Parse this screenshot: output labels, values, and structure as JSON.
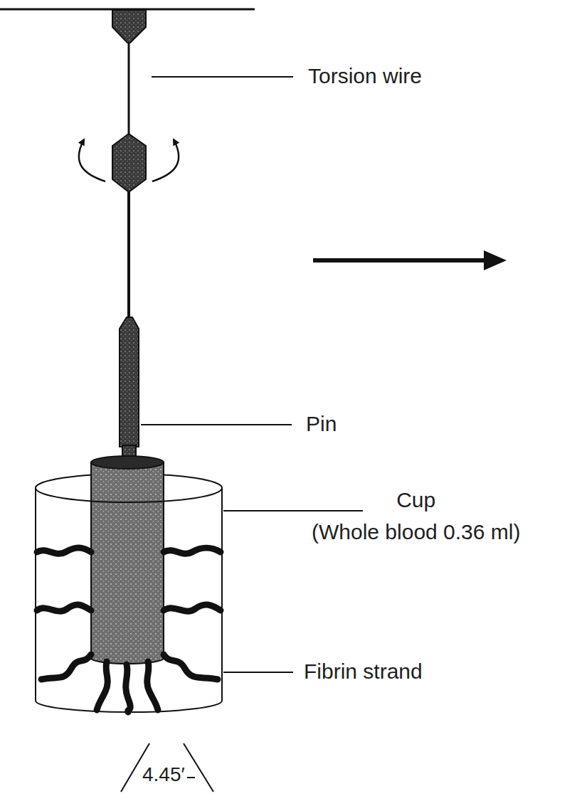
{
  "diagram": {
    "labels": [
      "Torsion wire",
      "Pin",
      "Cup",
      "(Whole blood 0.36 ml)",
      "Fibrin strand",
      "4.45′"
    ]
  }
}
